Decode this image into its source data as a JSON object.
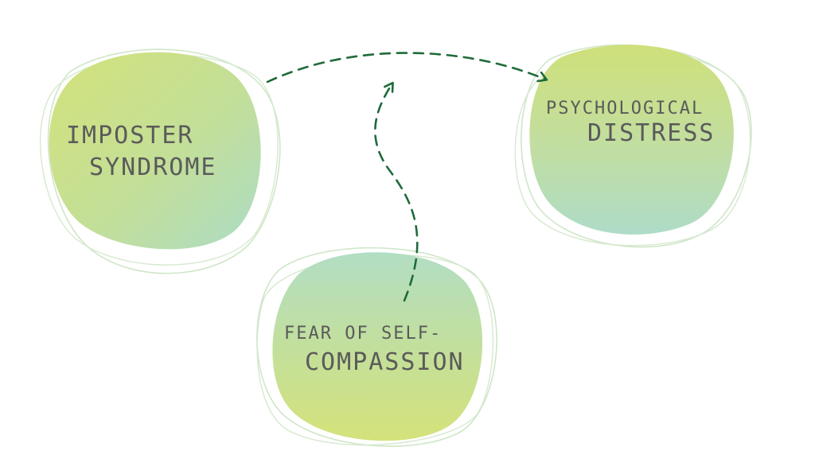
{
  "nodes": {
    "imposter": {
      "line1": "IMPOSTER",
      "line2": "SYNDROME"
    },
    "distress": {
      "line1": "PSYCHOLOGICAL",
      "line2": "DISTRESS"
    },
    "fear": {
      "line1": "FEAR OF SELF-",
      "line2": "COMPASSION"
    }
  },
  "edges": [
    {
      "from": "imposter",
      "to": "distress",
      "style": "dashed"
    },
    {
      "from": "fear",
      "to": "imposter-distress-edge",
      "style": "dashed"
    }
  ],
  "colors": {
    "blob_yellow_green": "#cfe07a",
    "blob_mint": "#b5e0c6",
    "outline": "#cfe6c8",
    "arrow": "#1e6b3a",
    "text": "#5a5a5a"
  }
}
